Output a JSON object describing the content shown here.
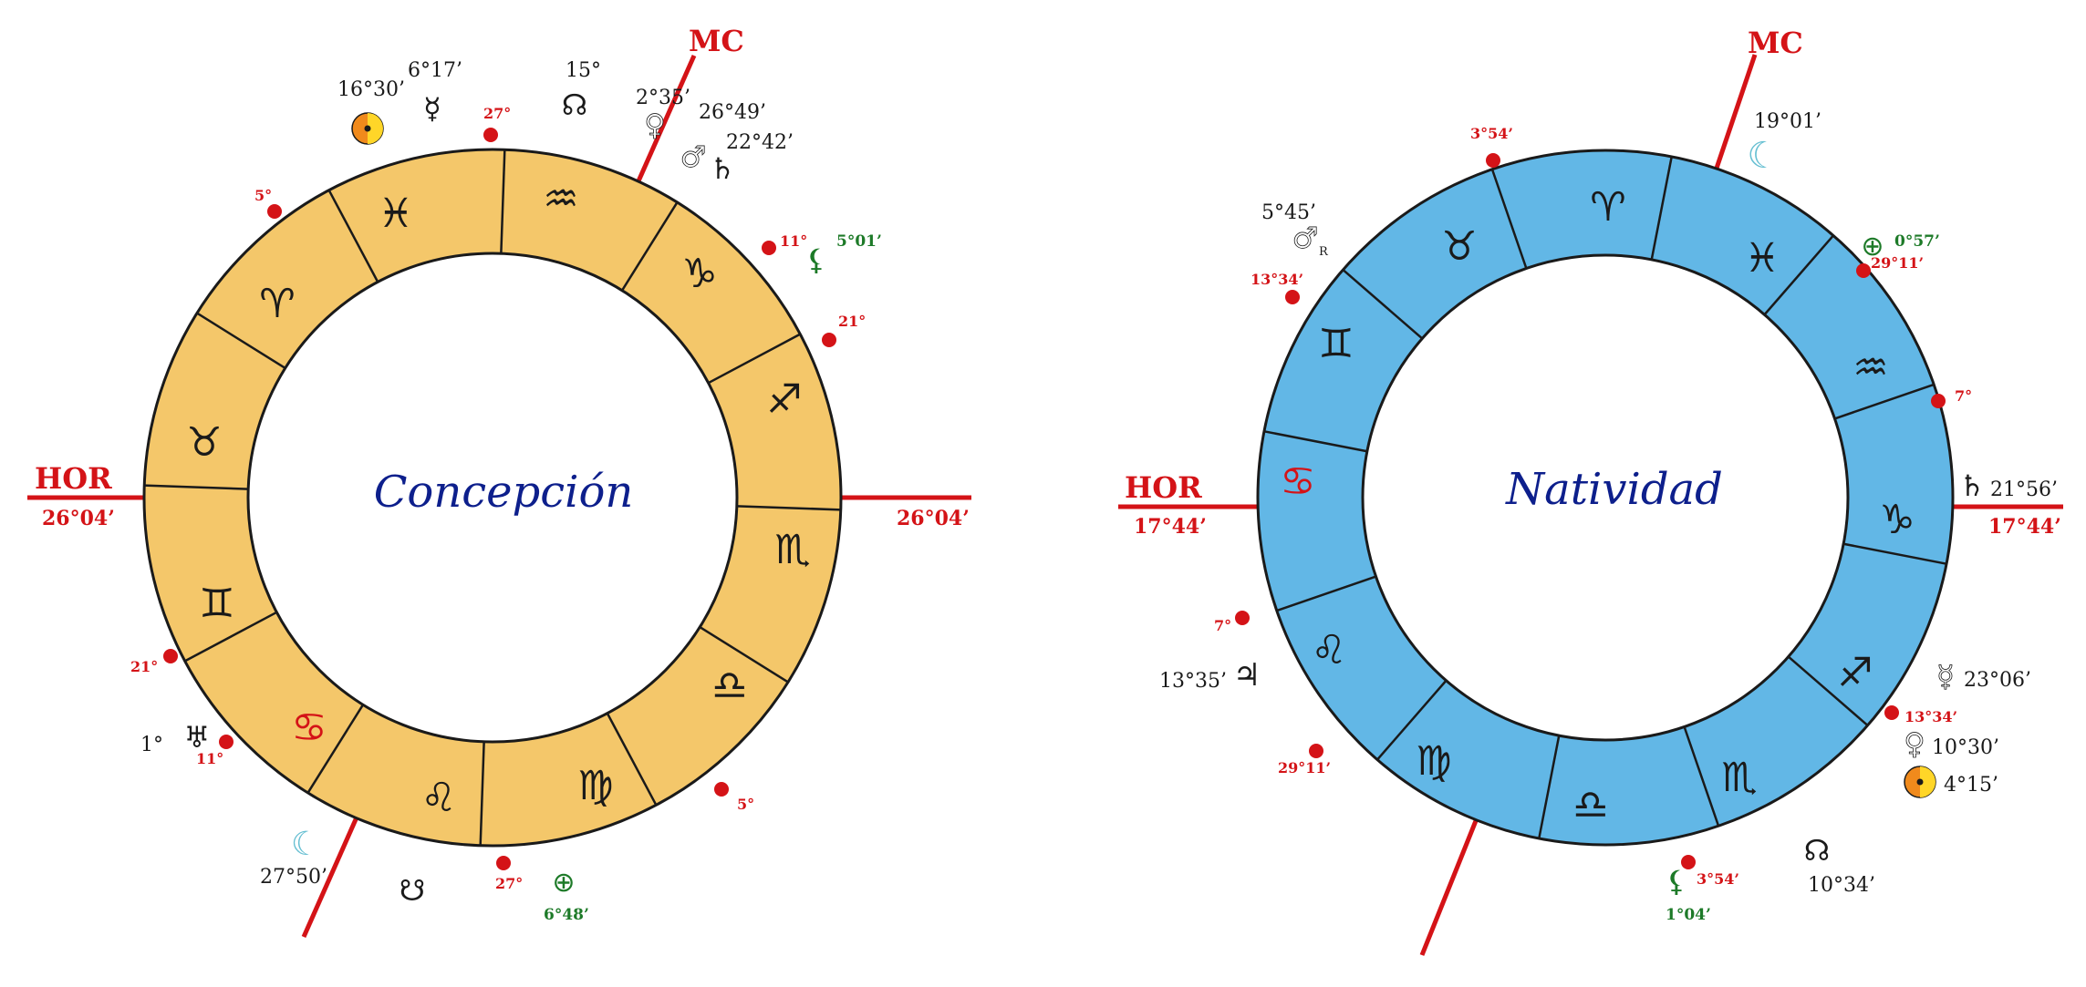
{
  "colors": {
    "red": "#d41317",
    "green": "#1d7a28",
    "text": "#1a1a1a",
    "title_blue": "#0d1f8c",
    "ring_left": "#f4c76a",
    "ring_right": "#62b7e6",
    "sun_orange": "#f08a1c",
    "sun_yellow": "#ffd628",
    "moon_blue": "#66bfd2"
  },
  "charts": [
    {
      "id": "concepcion",
      "title": "Concepción",
      "axis_labels": {
        "mc": "MC",
        "hor": "HOR",
        "asc_degree": "26°04’",
        "desc_degree": "26°04’"
      },
      "signs": [
        {
          "icon": "aquarius-icon",
          "glyph": "♒",
          "highlight": false
        },
        {
          "icon": "pisces-icon",
          "glyph": "♓",
          "highlight": false
        },
        {
          "icon": "aries-icon",
          "glyph": "♈",
          "highlight": false
        },
        {
          "icon": "taurus-icon",
          "glyph": "♉",
          "highlight": false
        },
        {
          "icon": "gemini-icon",
          "glyph": "♊",
          "highlight": false
        },
        {
          "icon": "cancer-icon",
          "glyph": "♋",
          "highlight": true
        },
        {
          "icon": "leo-icon",
          "glyph": "♌",
          "highlight": false
        },
        {
          "icon": "virgo-icon",
          "glyph": "♍",
          "highlight": false
        },
        {
          "icon": "libra-icon",
          "glyph": "♎",
          "highlight": false
        },
        {
          "icon": "scorpio-icon",
          "glyph": "♏",
          "highlight": false
        },
        {
          "icon": "sagittarius-icon",
          "glyph": "♐",
          "highlight": false
        },
        {
          "icon": "capricorn-icon",
          "glyph": "♑",
          "highlight": false
        }
      ],
      "cusps": [
        "27°",
        "5°",
        "21°",
        "11°",
        "27°",
        "5°",
        "21°",
        "11°"
      ],
      "bodies": [
        {
          "icon": "sun-icon",
          "glyph": "☉",
          "degree": "16°30’"
        },
        {
          "icon": "mercury-icon",
          "glyph": "☿",
          "degree": "6°17’"
        },
        {
          "icon": "north-node-icon",
          "glyph": "☊",
          "degree": "15°"
        },
        {
          "icon": "venus-icon",
          "glyph": "♀",
          "degree": "2°35’"
        },
        {
          "icon": "mars-icon",
          "glyph": "♂",
          "degree": "26°49’"
        },
        {
          "icon": "saturn-icon",
          "glyph": "♄",
          "degree": "22°42’"
        },
        {
          "icon": "lilith-icon",
          "glyph": "⚸",
          "degree": "5°01’"
        },
        {
          "icon": "earth-icon",
          "glyph": "⊕",
          "degree": "6°48’"
        },
        {
          "icon": "south-node-icon",
          "glyph": "☋",
          "degree": ""
        },
        {
          "icon": "moon-icon",
          "glyph": "☾",
          "degree": "27°50’"
        },
        {
          "icon": "uranus-icon",
          "glyph": "♅",
          "degree": "1°"
        }
      ]
    },
    {
      "id": "natividad",
      "title": "Natividad",
      "axis_labels": {
        "mc": "MC",
        "hor": "HOR",
        "asc_degree": "17°44’",
        "desc_degree": "17°44’"
      },
      "signs": [
        {
          "icon": "aries-icon",
          "glyph": "♈",
          "highlight": false
        },
        {
          "icon": "taurus-icon",
          "glyph": "♉",
          "highlight": false
        },
        {
          "icon": "gemini-icon",
          "glyph": "♊",
          "highlight": false
        },
        {
          "icon": "cancer-icon",
          "glyph": "♋",
          "highlight": true
        },
        {
          "icon": "leo-icon",
          "glyph": "♌",
          "highlight": false
        },
        {
          "icon": "virgo-icon",
          "glyph": "♍",
          "highlight": false
        },
        {
          "icon": "libra-icon",
          "glyph": "♎",
          "highlight": false
        },
        {
          "icon": "scorpio-icon",
          "glyph": "♏",
          "highlight": false
        },
        {
          "icon": "sagittarius-icon",
          "glyph": "♐",
          "highlight": false
        },
        {
          "icon": "capricorn-icon",
          "glyph": "♑",
          "highlight": false
        },
        {
          "icon": "aquarius-icon",
          "glyph": "♒",
          "highlight": false
        },
        {
          "icon": "pisces-icon",
          "glyph": "♓",
          "highlight": false
        }
      ],
      "cusps": [
        "3°54’",
        "13°34’",
        "7°",
        "29°11’",
        "3°54’",
        "13°34’",
        "7°",
        "29°11’"
      ],
      "bodies": [
        {
          "icon": "moon-icon",
          "glyph": "☾",
          "degree": "19°01’"
        },
        {
          "icon": "mars-retrograde-icon",
          "glyph": "♂",
          "degree": "5°45’",
          "suffix": "R"
        },
        {
          "icon": "earth-icon",
          "glyph": "⊕",
          "degree": "0°57’"
        },
        {
          "icon": "saturn-icon",
          "glyph": "♄",
          "degree": "21°56’"
        },
        {
          "icon": "mercury-icon",
          "glyph": "☿",
          "degree": "23°06’"
        },
        {
          "icon": "venus-icon",
          "glyph": "♀",
          "degree": "10°30’"
        },
        {
          "icon": "sun-icon",
          "glyph": "☉",
          "degree": "4°15’"
        },
        {
          "icon": "north-node-icon",
          "glyph": "☊",
          "degree": "10°34’"
        },
        {
          "icon": "lilith-icon",
          "glyph": "⚸",
          "degree": "1°04’"
        },
        {
          "icon": "jupiter-icon",
          "glyph": "♃",
          "degree": "13°35’"
        }
      ]
    }
  ]
}
